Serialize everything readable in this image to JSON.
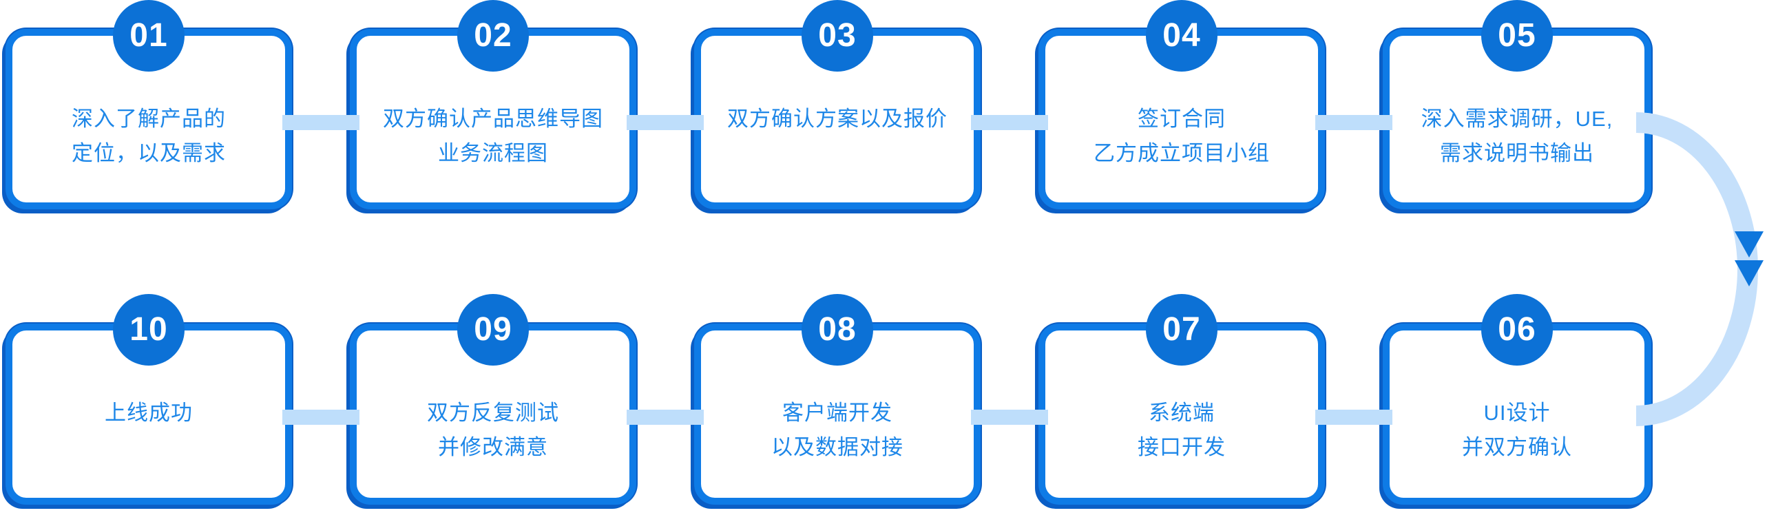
{
  "steps": [
    {
      "number": "01",
      "lines": [
        "深入了解产品的",
        "定位，以及需求"
      ]
    },
    {
      "number": "02",
      "lines": [
        "双方确认产品思维导图",
        "业务流程图"
      ]
    },
    {
      "number": "03",
      "lines": [
        "双方确认方案以及报价"
      ]
    },
    {
      "number": "04",
      "lines": [
        "签订合同",
        "乙方成立项目小组"
      ]
    },
    {
      "number": "05",
      "lines": [
        "深入需求调研，UE,",
        "需求说明书输出"
      ]
    },
    {
      "number": "06",
      "lines": [
        "UI设计",
        "并双方确认"
      ]
    },
    {
      "number": "07",
      "lines": [
        "系统端",
        "接口开发"
      ]
    },
    {
      "number": "08",
      "lines": [
        "客户端开发",
        "以及数据对接"
      ]
    },
    {
      "number": "09",
      "lines": [
        "双方反复测试",
        "并修改满意"
      ]
    },
    {
      "number": "10",
      "lines": [
        "上线成功"
      ]
    }
  ],
  "colors": {
    "badge_fill": "#0c71d6",
    "badge_text": "#ffffff",
    "card_border": "#0e7be6",
    "card_border_shadow": "#0a5ec6",
    "card_background": "#ffffff",
    "step_text": "#1e87e8",
    "connector": "#bedefb",
    "loop_arc": "#c5e0fb",
    "arrowhead": "#0e76dc"
  }
}
